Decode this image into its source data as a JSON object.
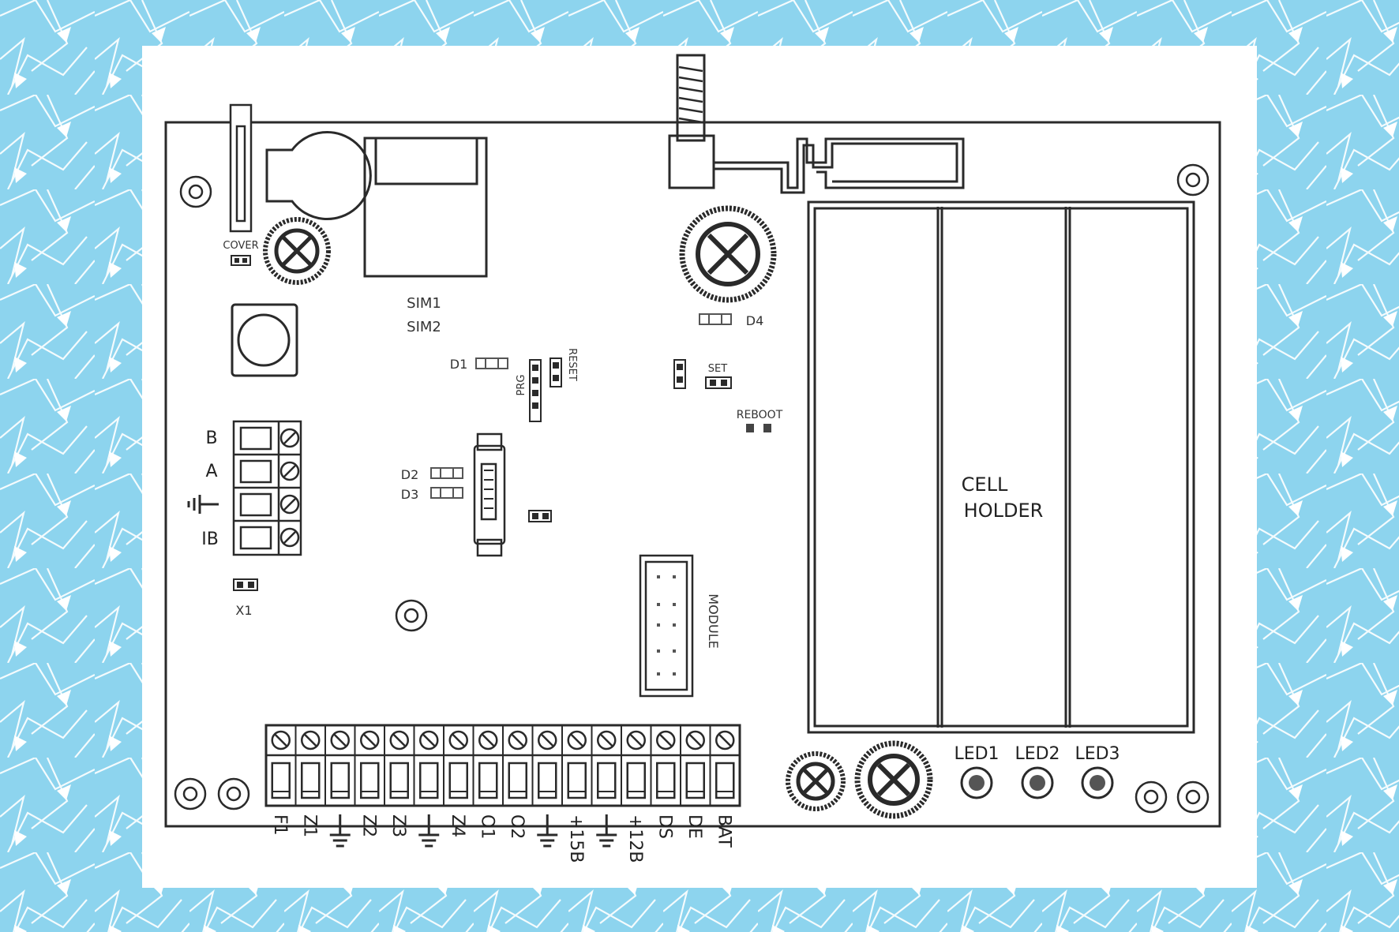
{
  "colors": {
    "frame_background": "#8dd4ee",
    "frame_pattern": "#ffffff",
    "page": "#ffffff",
    "lines": "#2a2a2a",
    "labels": "#333333"
  },
  "icons": {
    "ground": "ground-symbol-icon",
    "screw": "screw-icon",
    "mounting_hole": "mounting-hole-icon"
  },
  "board_labels": {
    "cover": "COVER",
    "sim1": "SIM1",
    "sim2": "SIM2",
    "d1": "D1",
    "d2": "D2",
    "d3": "D3",
    "d4": "D4",
    "prg": "PRG",
    "reset": "RESET",
    "set": "SET",
    "reboot": "REBOOT",
    "x1": "X1",
    "module": "MODULE",
    "cell_holder_line1": "CELL",
    "cell_holder_line2": "HOLDER"
  },
  "bus_terminals": [
    "B",
    "A",
    "⏚",
    "IB"
  ],
  "bottom_terminals": [
    "F1",
    "Z1",
    "⏚",
    "Z2",
    "Z3",
    "⏚",
    "Z4",
    "O1",
    "O2",
    "⏚",
    "+15B",
    "⏚",
    "+12B",
    "DS",
    "DE",
    "BAT"
  ],
  "leds": [
    "LED1",
    "LED2",
    "LED3"
  ]
}
